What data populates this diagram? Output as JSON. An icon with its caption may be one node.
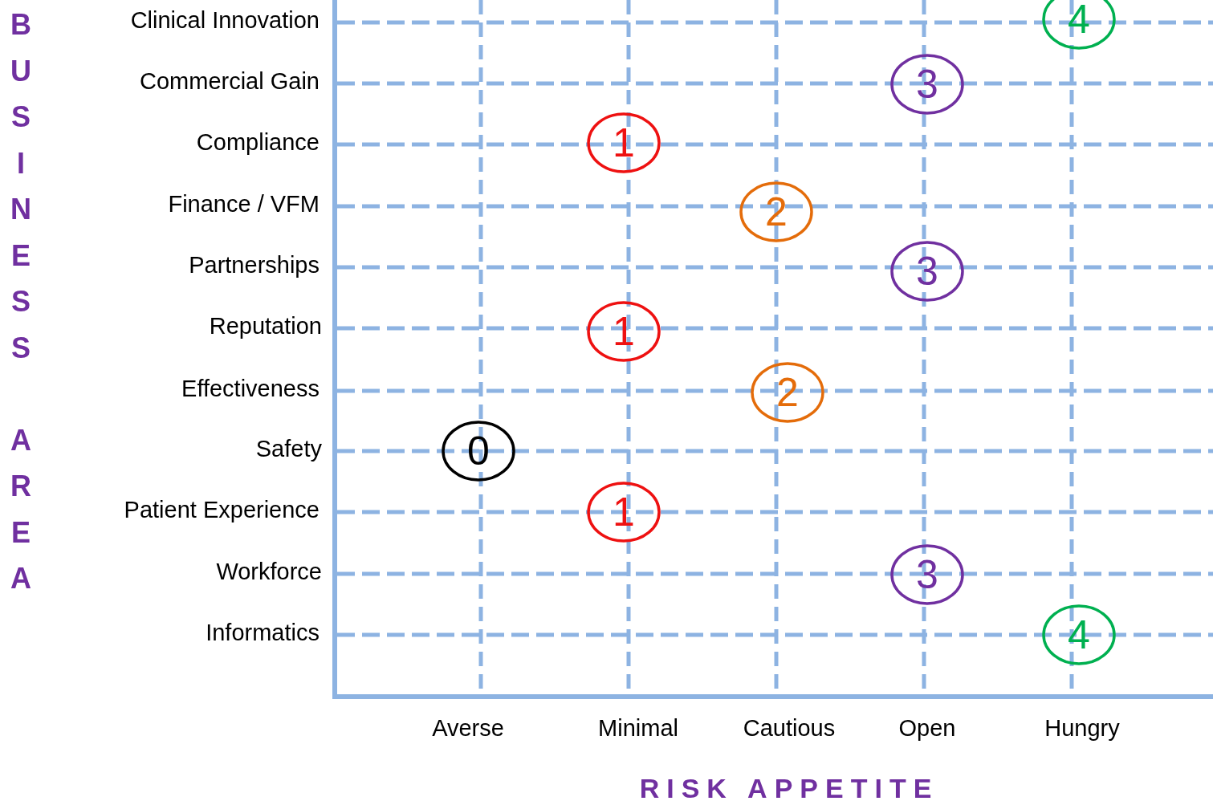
{
  "diagram": {
    "nodes": [
      {
        "text": [
          "4"
        ]
      },
      {
        "text": [
          "3"
        ]
      },
      {
        "text": [
          "1"
        ]
      },
      {
        "text": [
          "2"
        ]
      },
      {
        "text": [
          "3"
        ]
      },
      {
        "text": [
          "1"
        ]
      },
      {
        "text": [
          "2"
        ]
      },
      {
        "text": [
          "0"
        ]
      },
      {
        "text": [
          "1"
        ]
      },
      {
        "text": [
          "3"
        ]
      },
      {
        "text": [
          "4"
        ]
      }
    ],
    "labels": [
      "BUSINESS AREA",
      "Clinical Innovation",
      "Commercial Gain",
      "Compliance",
      "Finance / VFM",
      "Partnerships",
      "Reputation",
      "Effectiveness",
      "Safety",
      "Patient Experience",
      "Workforce",
      "Informatics",
      "Averse",
      "Minimal",
      "Cautious",
      "Open",
      "Hungry",
      "RISK APPETITE"
    ]
  }
}
